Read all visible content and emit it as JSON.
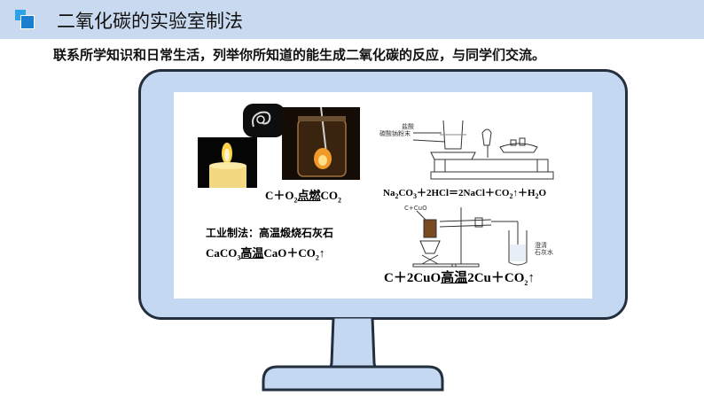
{
  "header": {
    "title": "二氧化碳的实验室制法"
  },
  "question": "联系所学知识和日常生活，列举你所知道的能生成二氧化碳的反应，与同学们交流。",
  "slide": {
    "eq_combustion": {
      "a": "C＋O",
      "b": "2",
      "cond": "点燃",
      "c": "CO",
      "d": "2"
    },
    "eq_soda": {
      "a": "Na",
      "b": "2",
      "c": "CO",
      "d": "3",
      "e": "＋2HCl＝2NaCl＋CO",
      "f": "2",
      "g": "↑＋H",
      "h": "2",
      "i": "O"
    },
    "industry_label": "工业制法：高温煅烧石灰石",
    "eq_industry": {
      "a": "CaCO",
      "b": "3",
      "cond": "高温",
      "c": "CaO＋CO",
      "d": "2",
      "e": "↑"
    },
    "eq_cuo": {
      "a": "C＋2CuO",
      "cond": "高温",
      "b": "2Cu＋CO",
      "c": "2",
      "d": "↑"
    },
    "balance_labels": {
      "acid": "盐酸",
      "powder": "碳酸钠粉末"
    },
    "apparatus_labels": {
      "reagent": "C+CuO",
      "limewater_1": "澄清",
      "limewater_2": "石灰水"
    }
  }
}
